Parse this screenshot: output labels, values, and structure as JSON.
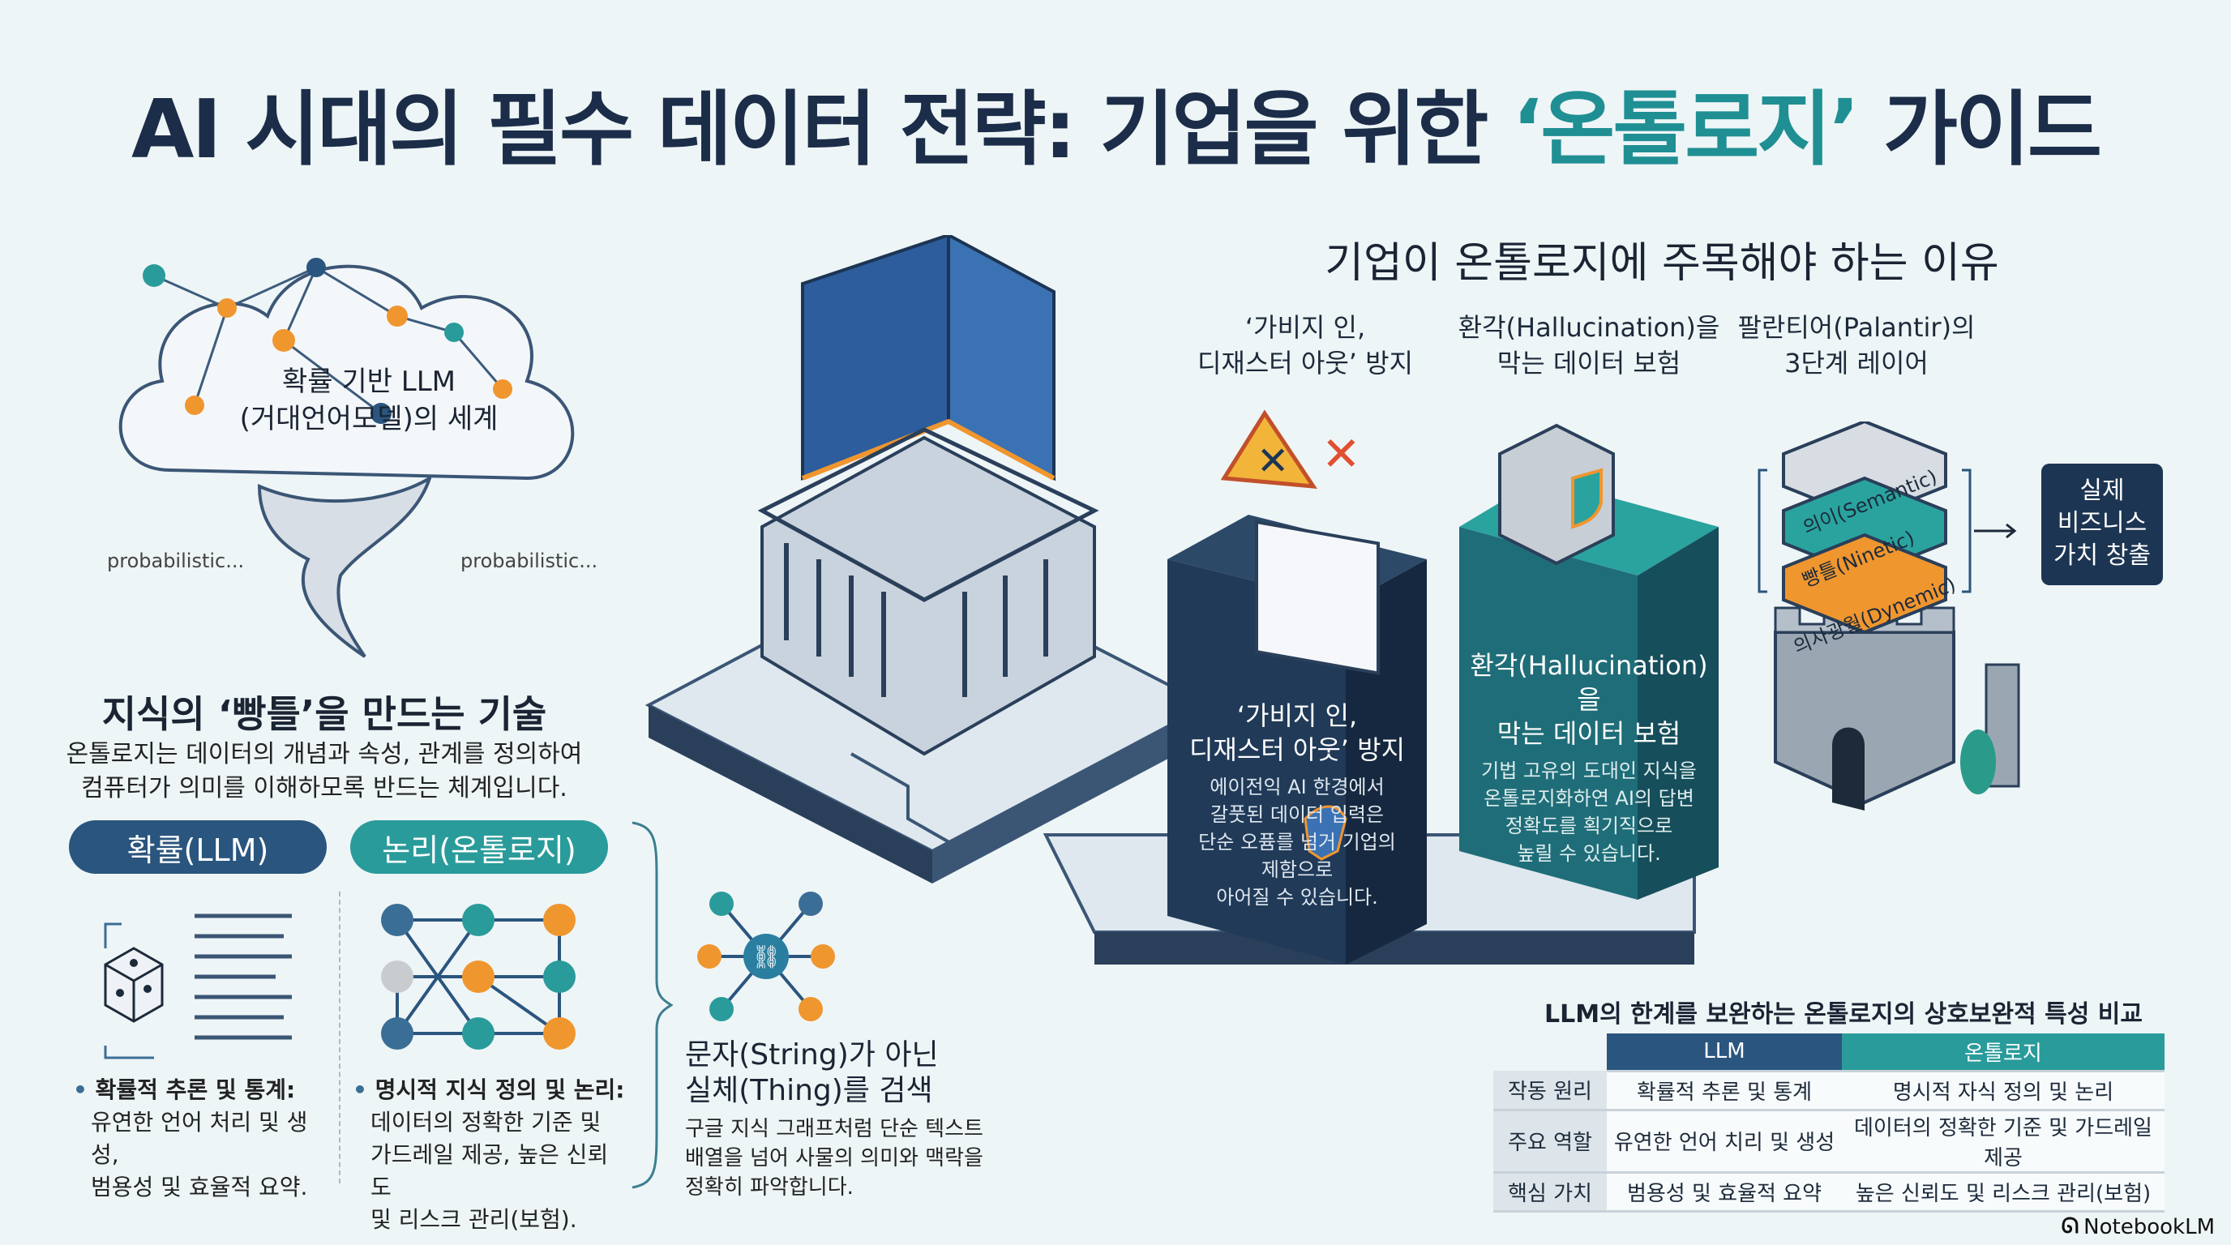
{
  "title": {
    "prefix": "AI 시대의 필수 데이터 전략: 기업을 위한 ",
    "accent": "‘온톨로지’",
    "suffix": " 가이드"
  },
  "cloud": {
    "line1": "확률 기반 LLM",
    "line2": "(거대언어모델)의 세계",
    "label_left": "probabilistic...",
    "label_right": "probabilistic..."
  },
  "knowledge": {
    "heading": "지식의 ‘빵틀’을 만드는 기술",
    "desc1": "온톨로지는 데이터의 개념과 속성, 관계를 정의하여",
    "desc2": "컴퓨터가 의미를 이해하모록 반드는 체계입니다.",
    "llm": {
      "pill": "확률(LLM)",
      "bullet_title": "확률적 추론 및 통계:",
      "lines": [
        "유연한 언어 처리 및 생성,",
        "범용성 및 효율적 요약."
      ]
    },
    "ontology": {
      "pill": "논리(온톨로지)",
      "bullet_title": "명시적 지식 정의 및 논리:",
      "lines": [
        "데이터의 정확한 기준 및",
        "가드레일 제공, 높은 신뢰도",
        "및 리스크 관리(보험)."
      ]
    },
    "thing": {
      "title1": "문자(String)가 아닌",
      "title2": "실체(Thing)를 검색",
      "lines": [
        "구글 지식 그래프처럼 단순 텍스트",
        "배열을 넘어 사물의 의미와 맥락을",
        "정확히 파악합니다."
      ]
    }
  },
  "reasons": {
    "heading": "기업이 온톨로지에 주목해야 하는 이유",
    "col1": {
      "head1": "‘가비지 인,",
      "head2": "디재스터 아웃’ 방지",
      "t1": "‘가비지 인,",
      "t2": "디재스터 아웃’ 방지",
      "lines": [
        "에이전익 AI 한경에서",
        "갈풋된 데이터 입력은",
        "단순 오퓸를 넘거 기업의",
        "제함으로",
        "아어질 수 있습니다."
      ]
    },
    "col2": {
      "head1": "환각(Hallucination)을",
      "head2": "막는 데이터 보험",
      "t1": "환각(Hallucination)을",
      "t2": "막는 데이터 보험",
      "lines": [
        "기법 고유의 도대인 지식을",
        "온톨로지화하연 AI의 답변",
        "정확도를 획기직으로",
        "높릴 수 있습니다."
      ]
    },
    "col3": {
      "head1": "팔란티어(Palantir)의",
      "head2": "3단계 레이어",
      "layers": [
        "의이(Semantic)",
        "빵틀(Ninetic)",
        "의사광월(Dynemic)"
      ],
      "value_box": [
        "실제",
        "비즈니스",
        "가치 창출"
      ]
    }
  },
  "comparison": {
    "title": "LLM의 한계를 보완하는 온톨로지의 상호보완적 특성 비교",
    "columns": [
      "LLM",
      "온톨로지"
    ],
    "rows": [
      {
        "label": "작동 원리",
        "llm": "확률적 추론 및 통계",
        "ontology": "명시적 자식 정의 및 논리"
      },
      {
        "label": "주요 역할",
        "llm": "유연한 언어 치리 및 생성",
        "ontology": "데이터의 정확한 기준 및 가드레일 제공"
      },
      {
        "label": "핵심 가치",
        "llm": "범용성 및 효율적 요약",
        "ontology": "높은 신뢰도 및 리스크 관리(보험)"
      }
    ]
  },
  "footer": {
    "brand": "NotebookLM"
  },
  "colors": {
    "navy": "#2a557e",
    "teal": "#2a9b9b",
    "orange": "#f0962e",
    "dark": "#1c3552"
  }
}
